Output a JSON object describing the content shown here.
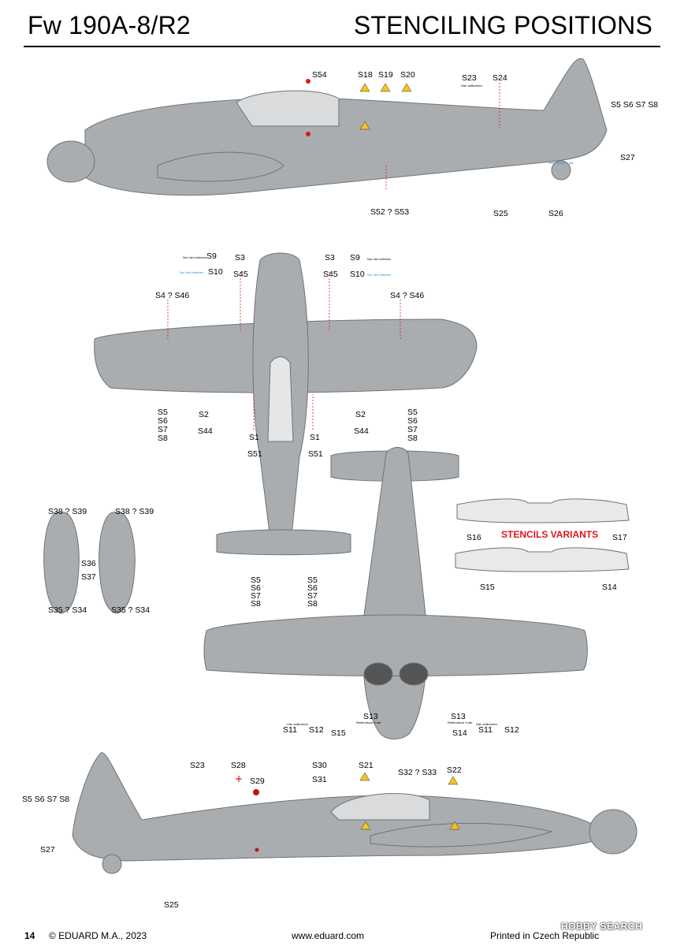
{
  "header": {
    "title_left": "Fw 190A-8/R2",
    "title_right": "STENCILING POSITIONS"
  },
  "variants_title": "STENCILS VARIANTS",
  "labels": {
    "s54": "S54",
    "s18": "S18",
    "s19": "S19",
    "s20": "S20",
    "s23": "S23",
    "s24": "S24",
    "s5s8_top": "S5 S6 S7 S8",
    "s27_top": "S27",
    "s52s53": "S52 ? S53",
    "s25_top": "S25",
    "s26": "S26",
    "s9_l": "S9",
    "s10_l": "S10",
    "s3_l": "S3",
    "s45_l": "S45",
    "s3_r": "S3",
    "s45_r": "S45",
    "s9_r": "S9",
    "s10_r": "S10",
    "s4s46_l": "S4 ? S46",
    "s4s46_r": "S4 ? S46",
    "s5_l": "S5",
    "s6_l": "S6",
    "s7_l": "S7",
    "s8_l": "S8",
    "s2_l": "S2",
    "s44_l": "S44",
    "s1_l": "S1",
    "s51_l": "S51",
    "s1_r": "S1",
    "s51_r": "S51",
    "s2_r": "S2",
    "s44_r": "S44",
    "s5_r": "S5",
    "s6_r": "S6",
    "s7_r": "S7",
    "s8_r": "S8",
    "s38s39_a": "S38 ? S39",
    "s38s39_b": "S38 ? S39",
    "s36": "S36",
    "s37": "S37",
    "s35s34_a": "S35 ? S34",
    "s35s34_b": "S35 ? S34",
    "s5_tl": "S5",
    "s6_tl": "S6",
    "s7_tl": "S7",
    "s8_tl": "S8",
    "s5_tr": "S5",
    "s6_tr": "S6",
    "s7_tr": "S7",
    "s8_tr": "S8",
    "s16": "S16",
    "s17": "S17",
    "s15_v": "S15",
    "s14_v": "S14",
    "s11_l": "S11",
    "s12_l": "S12",
    "s15_b": "S15",
    "s13_l": "S13",
    "s13_r": "S13",
    "s14_b": "S14",
    "s11_r": "S11",
    "s12_r": "S12",
    "s23_b": "S23",
    "s28": "S28",
    "s29": "S29",
    "s30": "S30",
    "s31": "S31",
    "s21": "S21",
    "s32s33": "S32 ? S33",
    "s22": "S22",
    "s5s8_b": "S5 S6 S7 S8",
    "s27_b": "S27",
    "s25_b": "S25"
  },
  "stencil_text": {
    "nur_hier": "Nur hier betreten",
    "hier_aufbocken": "Hier aufbocken",
    "reifendruck": "Reifendruck 5 atü"
  },
  "footer": {
    "page": "14",
    "copyright": "© EDUARD M.A., 2023",
    "url": "www.eduard.com",
    "printed": "Printed in Czech Republic",
    "watermark": "HOBBY SEARCH"
  },
  "colors": {
    "grey": "#a9adb0",
    "accent": "#e0161b",
    "blue": "#1f8fd6"
  }
}
